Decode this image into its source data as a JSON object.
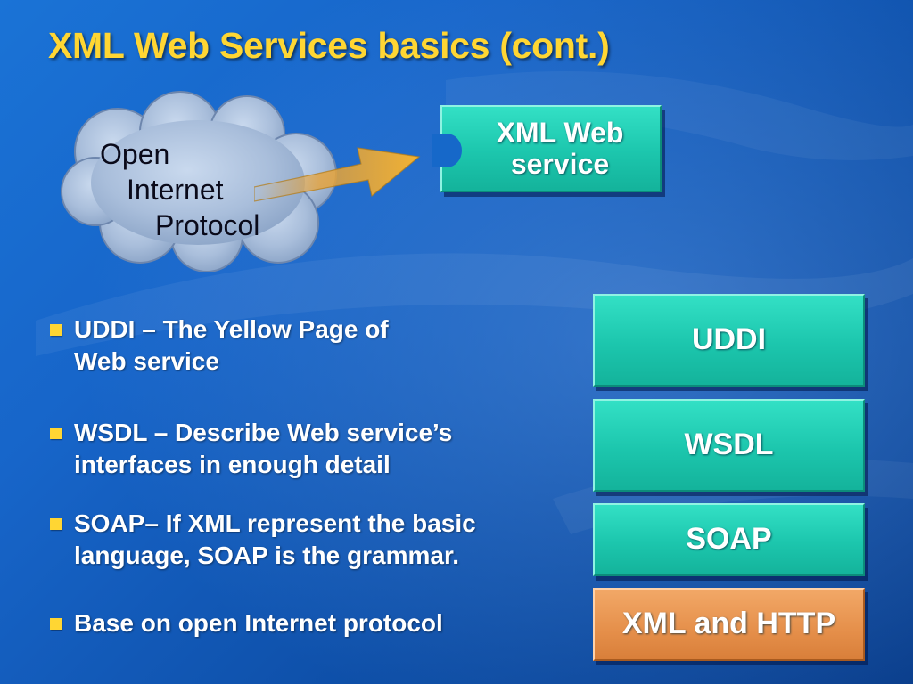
{
  "slide": {
    "title": "XML Web Services basics (cont.)"
  },
  "cloud": {
    "line1": "Open",
    "line2": "Internet",
    "line3": "Protocol"
  },
  "web_service_box": {
    "label": "XML Web\nservice"
  },
  "bullets": [
    {
      "text": "UDDI – The Yellow Page of\nWeb service"
    },
    {
      "text": "WSDL – Describe Web service’s\ninterfaces in enough detail"
    },
    {
      "text": "SOAP– If XML represent the basic\nlanguage, SOAP  is the grammar."
    },
    {
      "text": "Base on open Internet protocol"
    }
  ],
  "stack": [
    {
      "label": "UDDI"
    },
    {
      "label": "WSDL"
    },
    {
      "label": "SOAP"
    },
    {
      "label": "XML and HTTP"
    }
  ],
  "colors": {
    "title": "#ffd633",
    "bullet_marker": "#ffd633",
    "teal_box": "#1cc6ad",
    "orange_box": "#e58f4a",
    "background": "#1765c9"
  }
}
